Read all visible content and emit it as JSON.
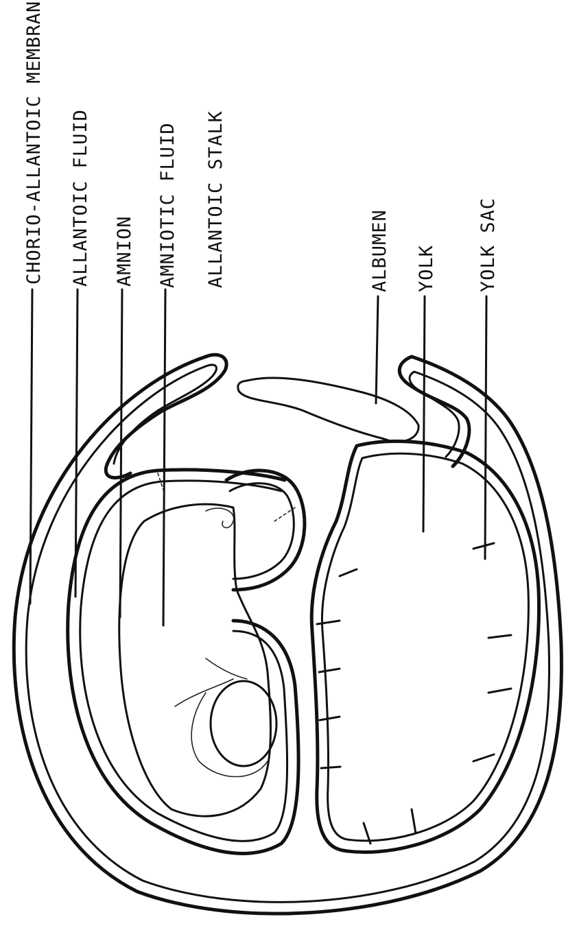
{
  "labels": {
    "chorio_allantoic_membrane": "CHORIO-ALLANTOIC MEMBRANE",
    "allantoic_fluid": "ALLANTOIC FLUID",
    "amnion": "AMNION",
    "amniotic_fluid": "AMNIOTIC FLUID",
    "allantoic_stalk": "ALLANTOIC STALK",
    "albumen": "ALBUMEN",
    "yolk": "YOLK",
    "yolk_sac": "YOLK SAC"
  },
  "colors": {
    "ink": "#111111",
    "paper": "#ffffff"
  }
}
